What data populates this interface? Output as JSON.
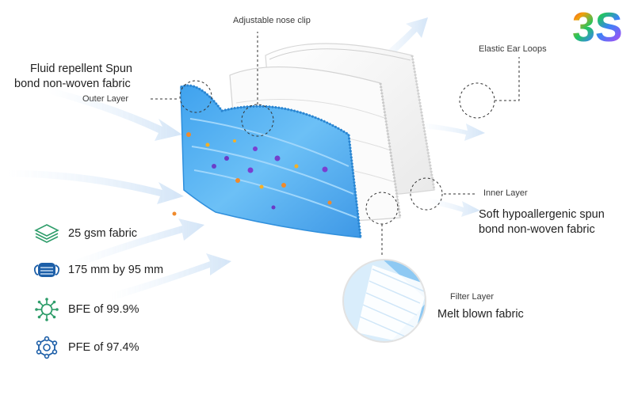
{
  "labels": {
    "nose_clip": "Adjustable nose clip",
    "ear_loops": "Elastic Ear Loops",
    "outer_title_line1": "Fluid repellent Spun",
    "outer_title_line2": "bond non-woven fabric",
    "outer_layer": "Outer Layer",
    "inner_layer": "Inner Layer",
    "inner_desc_line1": "Soft hypoallergenic spun",
    "inner_desc_line2": "bond non-woven fabric",
    "filter_layer": "Filter Layer",
    "filter_desc": "Melt blown fabric"
  },
  "features": [
    {
      "icon": "layers-icon",
      "text": "25 gsm fabric"
    },
    {
      "icon": "mask-icon",
      "text": "175 mm by 95 mm"
    },
    {
      "icon": "virus-icon",
      "text": "BFE of 99.9%"
    },
    {
      "icon": "molecule-icon",
      "text": "PFE of 97.4%"
    }
  ],
  "logo": {
    "text": "3S",
    "colors": [
      "#e11d48",
      "#f59e0b",
      "#22c55e",
      "#3b82f6",
      "#8b5cf6",
      "#ec4899"
    ]
  },
  "colors": {
    "outer_layer": "#5fb4f2",
    "accent_green": "#2e9d6a",
    "accent_blue": "#1d5fa8"
  }
}
